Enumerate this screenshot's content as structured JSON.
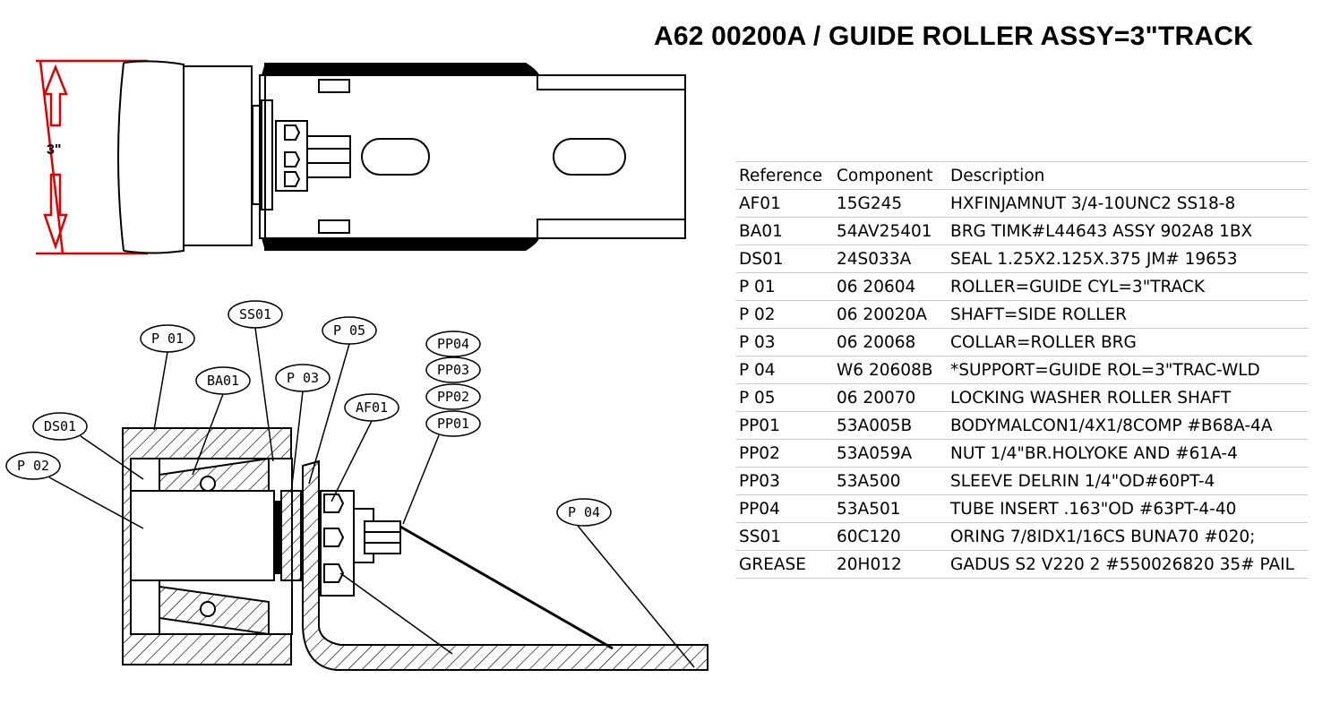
{
  "title": "A62 00200A / GUIDE ROLLER ASSY=3\"TRACK",
  "dimension_label": "3\"",
  "colors": {
    "dimension": "#e00000",
    "line": "#000000",
    "table_rule": "#c8c8c8"
  },
  "callouts": {
    "p01": "P 01",
    "ss01": "SS01",
    "p05": "P 05",
    "pp04": "PP04",
    "pp03": "PP03",
    "pp02": "PP02",
    "pp01": "PP01",
    "ba01": "BA01",
    "p03": "P 03",
    "af01": "AF01",
    "ds01": "DS01",
    "p02": "P 02",
    "p04": "P 04"
  },
  "table": {
    "headers": [
      "Reference",
      "Component",
      "Description"
    ],
    "rows": [
      [
        "AF01",
        "15G245",
        "HXFINJAMNUT 3/4-10UNC2 SS18-8"
      ],
      [
        "BA01",
        "54AV25401",
        "BRG TIMK#L44643 ASSY 902A8 1BX"
      ],
      [
        "DS01",
        "24S033A",
        "SEAL 1.25X2.125X.375 JM# 19653"
      ],
      [
        "P 01",
        "06 20604",
        "ROLLER=GUIDE CYL=3\"TRACK"
      ],
      [
        "P 02",
        "06 20020A",
        "SHAFT=SIDE ROLLER"
      ],
      [
        "P 03",
        "06 20068",
        "COLLAR=ROLLER BRG"
      ],
      [
        "P 04",
        "W6 20608B",
        "*SUPPORT=GUIDE ROL=3\"TRAC-WLD"
      ],
      [
        "P 05",
        "06 20070",
        "LOCKING WASHER ROLLER SHAFT"
      ],
      [
        "PP01",
        "53A005B",
        "BODYMALCON1/4X1/8COMP #B68A-4A"
      ],
      [
        "PP02",
        "53A059A",
        "NUT 1/4\"BR.HOLYOKE AND #61A-4"
      ],
      [
        "PP03",
        "53A500",
        "SLEEVE DELRIN 1/4\"OD#60PT-4"
      ],
      [
        "PP04",
        "53A501",
        "TUBE INSERT .163\"OD #63PT-4-40"
      ],
      [
        "SS01",
        "60C120",
        "ORING 7/8IDX1/16CS BUNA70 #020;"
      ],
      [
        "GREASE",
        "20H012",
        "GADUS S2 V220 2 #550026820 35# PAIL"
      ]
    ]
  }
}
